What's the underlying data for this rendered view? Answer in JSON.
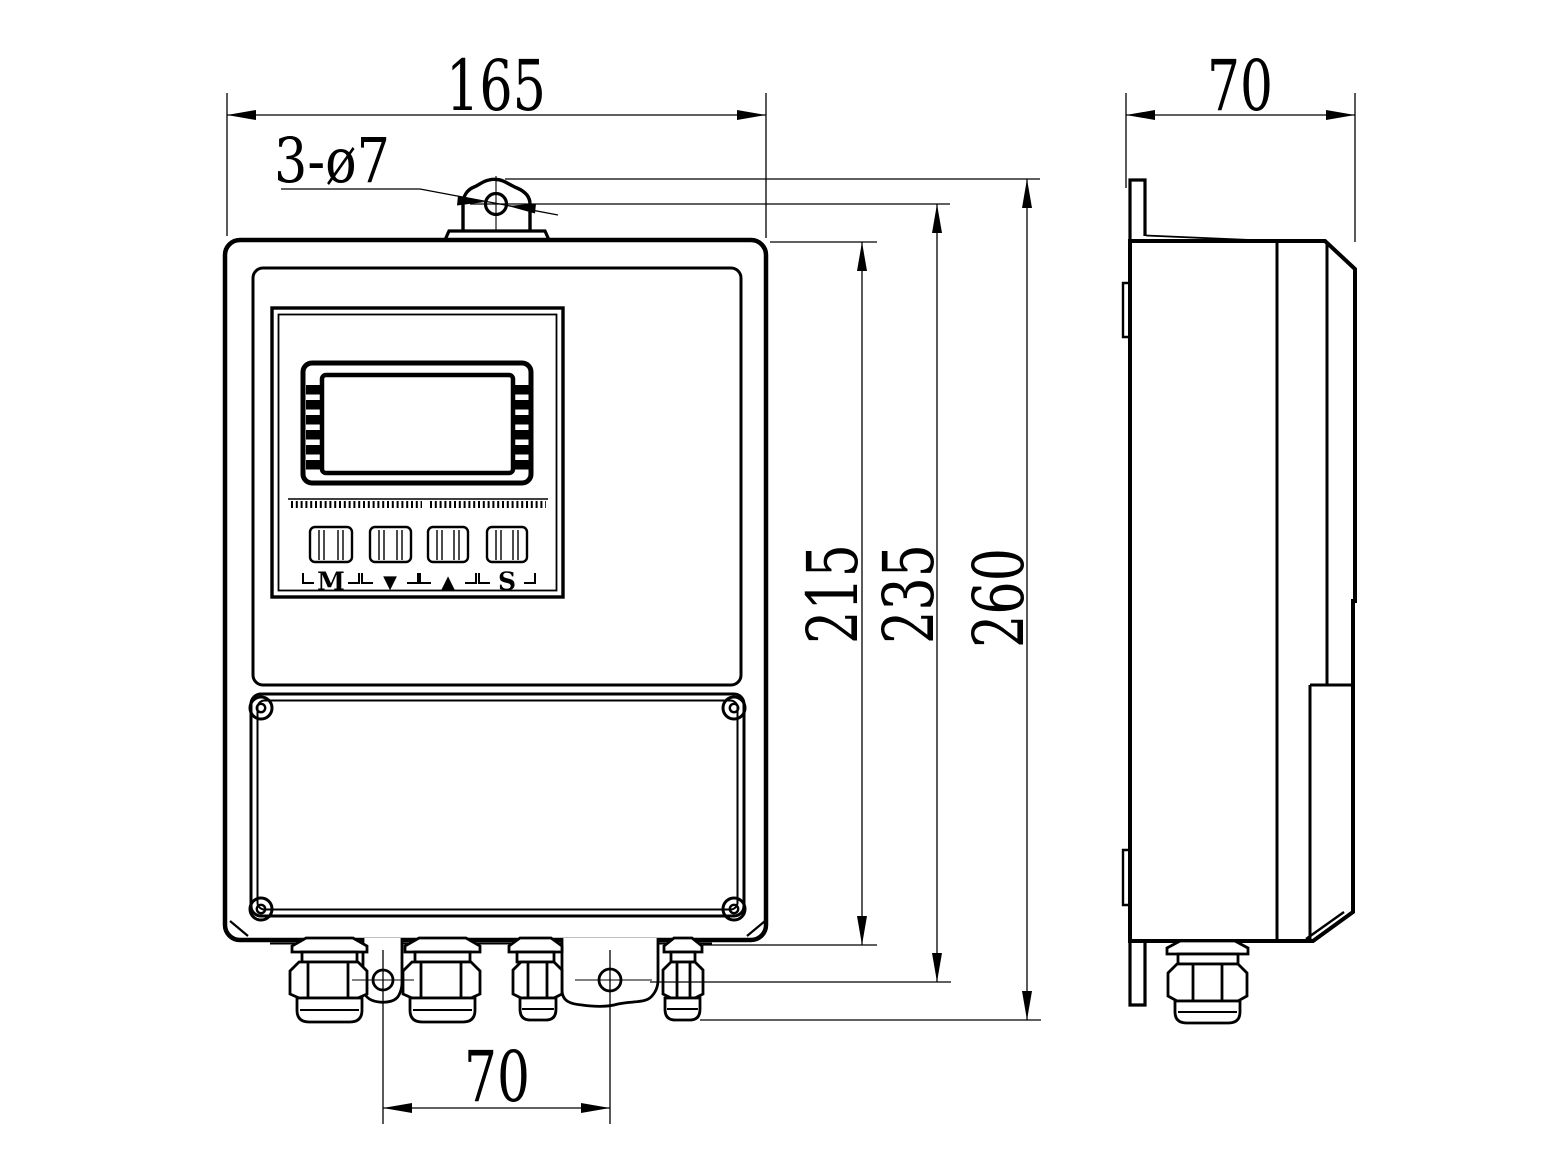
{
  "drawing": {
    "type": "engineering-dimension-drawing",
    "subject": "wall-mounted electromagnetic flow converter / transmitter enclosure, front and side views",
    "colors": {
      "line": "#000000",
      "background": "#ffffff"
    },
    "dimensions": {
      "front_width": "165",
      "side_depth": "70",
      "mounting_hole_callout": "3-ø7",
      "body_height": "215",
      "mounting_hole_vertical_span": "235",
      "overall_height": "260",
      "bottom_hole_span": "70"
    },
    "keypad": {
      "buttons": [
        {
          "label": "M"
        },
        {
          "label": "▼"
        },
        {
          "label": "▲"
        },
        {
          "label": "S"
        }
      ]
    }
  }
}
